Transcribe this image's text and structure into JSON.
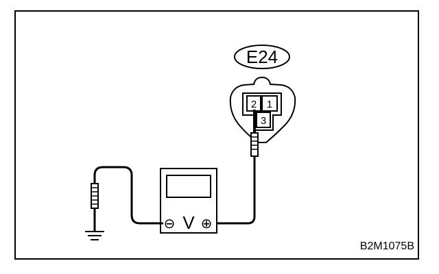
{
  "diagram": {
    "connector": {
      "label": "E24",
      "pins": [
        "2",
        "1",
        "3"
      ]
    },
    "meter": {
      "symbol": "V",
      "negative_symbol": "⊖",
      "positive_symbol": "⊕"
    },
    "figure_code": "B2M1075B"
  }
}
